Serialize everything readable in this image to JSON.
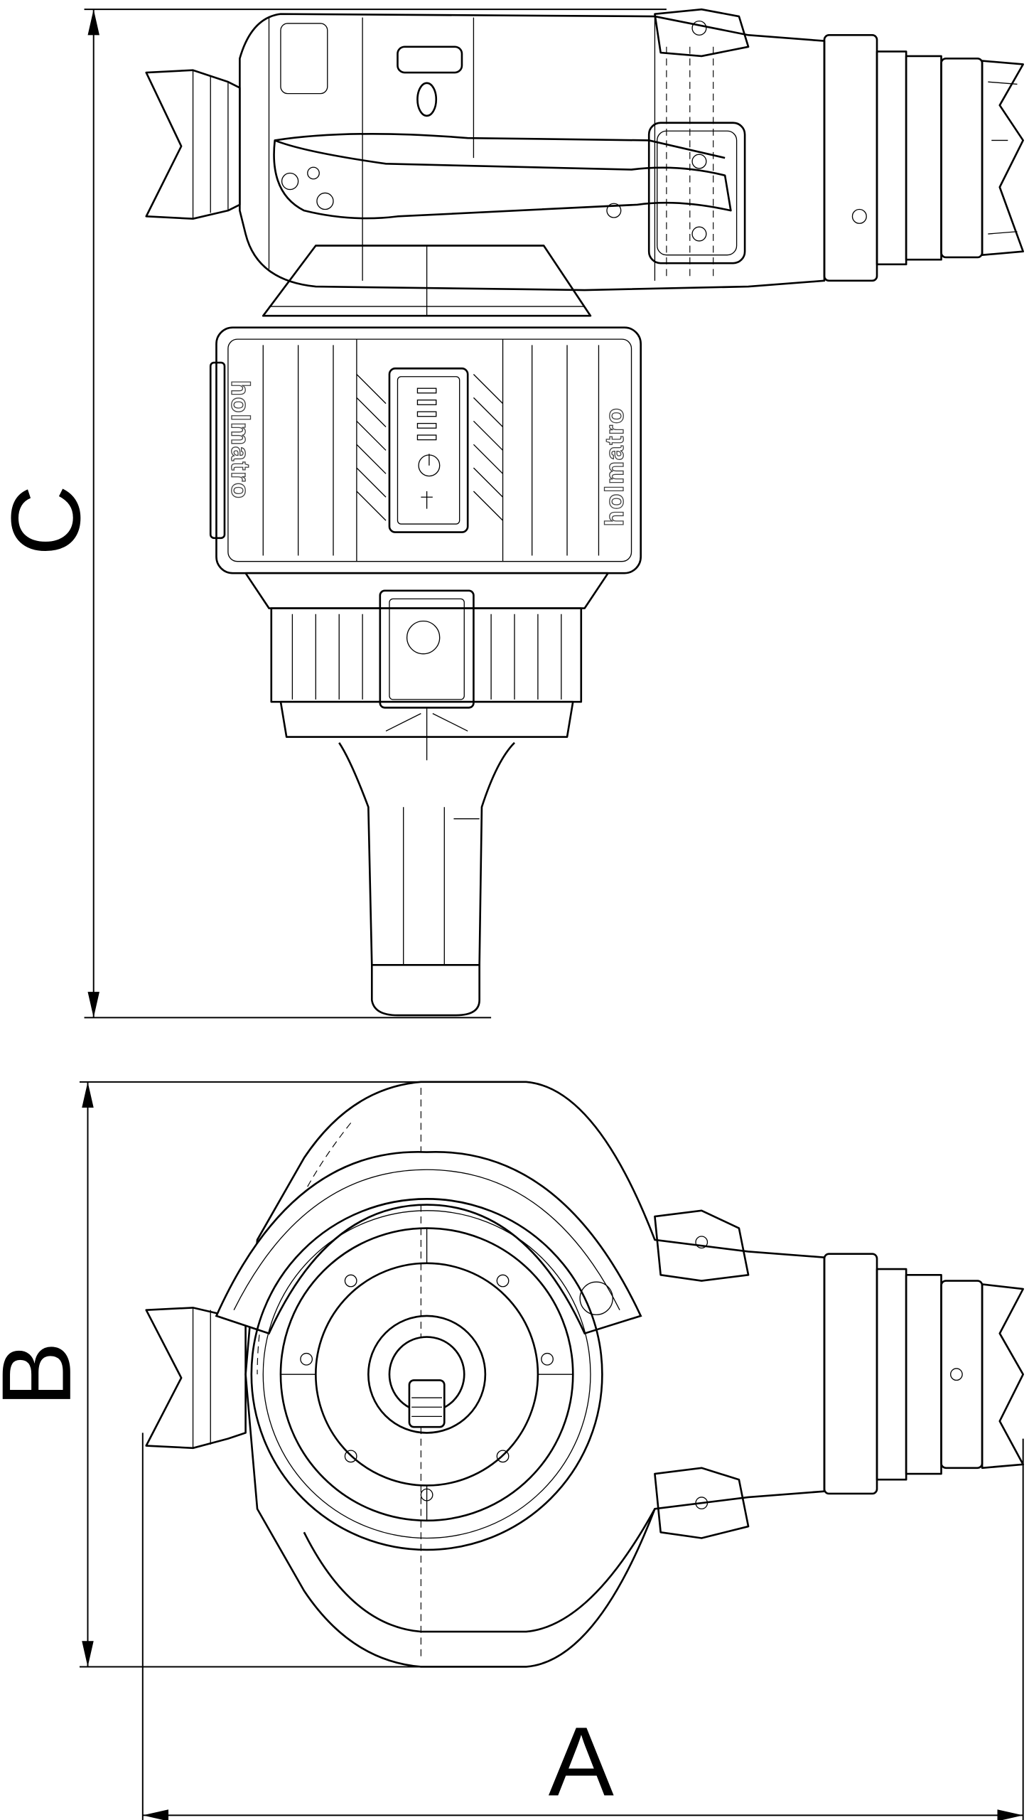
{
  "dimensions": {
    "a_label": "A",
    "b_label": "B",
    "c_label": "C"
  },
  "brand": {
    "logo_text": "holmatro"
  },
  "colors": {
    "line": "#000000",
    "background": "#ffffff"
  }
}
